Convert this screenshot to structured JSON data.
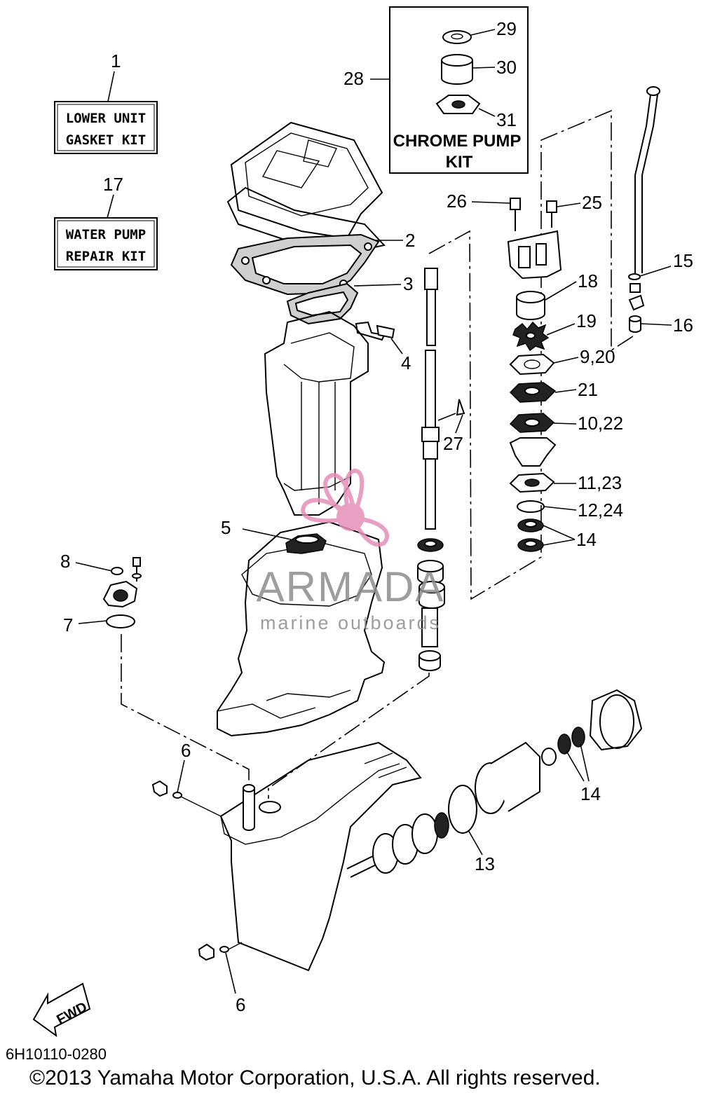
{
  "kits": {
    "lower_unit": {
      "number": "1",
      "line1": "LOWER UNIT",
      "line2": "GASKET KIT"
    },
    "water_pump": {
      "number": "17",
      "line1": "WATER PUMP",
      "line2": "REPAIR KIT"
    },
    "chrome_pump": {
      "number": "28",
      "line1": "CHROME PUMP",
      "line2": "KIT"
    }
  },
  "callouts": {
    "c2": "2",
    "c3": "3",
    "c4": "4",
    "c5": "5",
    "c6_top": "6",
    "c6_bottom": "6",
    "c7": "7",
    "c8": "8",
    "c9_20": "9,20",
    "c10_22": "10,22",
    "c11_23": "11,23",
    "c12_24": "12,24",
    "c13": "13",
    "c14_right": "14",
    "c14_bottom": "14",
    "c15": "15",
    "c16": "16",
    "c18": "18",
    "c19": "19",
    "c21": "21",
    "c25": "25",
    "c26": "26",
    "c27": "27",
    "c29": "29",
    "c30": "30",
    "c31": "31"
  },
  "fwd_label": "FWD",
  "watermark": {
    "brand": "ARMADA",
    "tagline": "marine outboards"
  },
  "diagram_code": "6H10110-0280",
  "copyright": "©2013 Yamaha Motor Corporation, U.S.A. All rights reserved.",
  "colors": {
    "line": "#000000",
    "background": "#ffffff",
    "watermark_pink": "#e58fb8",
    "watermark_gray": "#8c8c8c"
  }
}
